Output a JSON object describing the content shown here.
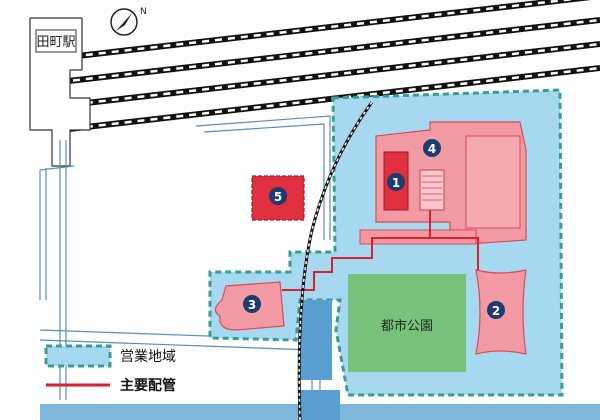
{
  "station": {
    "name": "田町駅"
  },
  "compass": {
    "mark": "N"
  },
  "park": {
    "label": "都市公園"
  },
  "markers": [
    {
      "id": "1",
      "number": "1"
    },
    {
      "id": "2",
      "number": "2"
    },
    {
      "id": "3",
      "number": "3"
    },
    {
      "id": "4",
      "number": "4"
    },
    {
      "id": "5",
      "number": "5"
    }
  ],
  "legend": {
    "service_area": "営業地域",
    "main_pipe": "主要配管"
  },
  "colors": {
    "water_blue": "#a6d8f0",
    "building_pink": "#f29aa4",
    "building_red": "#e0303f",
    "park_green": "#77c17b",
    "pipe_red": "#d8202f",
    "marker_navy": "#1d3b6e",
    "area_border": "#3a9c93"
  }
}
